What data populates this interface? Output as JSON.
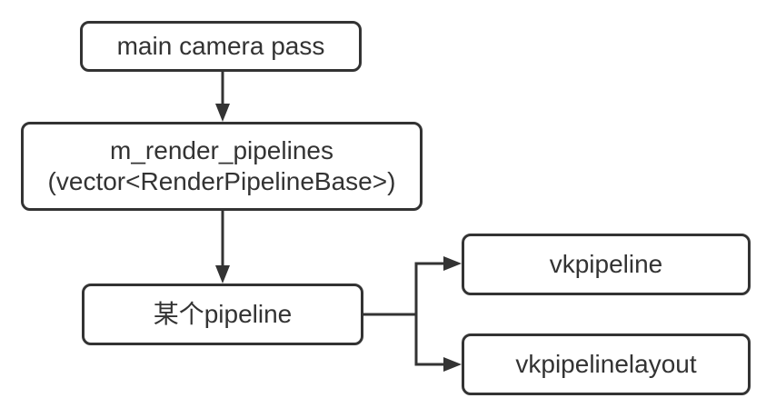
{
  "diagram": {
    "type": "flowchart",
    "background_color": "#ffffff",
    "line_color": "#333333",
    "text_color": "#333333",
    "nodes": [
      {
        "id": "main-camera-pass",
        "label": "main camera pass"
      },
      {
        "id": "m-render-pipelines",
        "label": "m_render_pipelines",
        "sublabel": "(vector<RenderPipelineBase>)"
      },
      {
        "id": "some-pipeline",
        "label": "某个pipeline"
      },
      {
        "id": "vkpipeline",
        "label": "vkpipeline"
      },
      {
        "id": "vkpipelinelayout",
        "label": "vkpipelinelayout"
      }
    ],
    "edges": [
      {
        "from": "main-camera-pass",
        "to": "m-render-pipelines",
        "style": "arrow-down"
      },
      {
        "from": "m-render-pipelines",
        "to": "some-pipeline",
        "style": "arrow-down"
      },
      {
        "from": "some-pipeline",
        "to": "vkpipeline",
        "style": "arrow-right-branch"
      },
      {
        "from": "some-pipeline",
        "to": "vkpipelinelayout",
        "style": "arrow-right-branch"
      }
    ]
  }
}
